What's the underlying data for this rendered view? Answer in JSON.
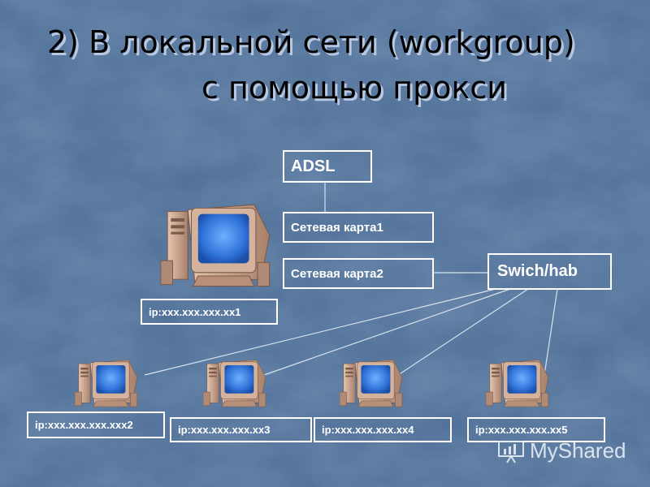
{
  "title": {
    "line1": "2)  В локальной сети (workgroup)",
    "line2": "с помощью прокси"
  },
  "boxes": {
    "adsl": "ADSL",
    "nic1": "Сетевая карта1",
    "nic2": "Сетевая карта2",
    "switch": "Swich/hab",
    "ip1": "ip:xxx.xxx.xxx.xx1",
    "ip2": "ip:xxx.xxx.xxx.xxx2",
    "ip3": "ip:xxx.xxx.xxx.xx3",
    "ip4": "ip:xxx.xxx.xxx.xx4",
    "ip5": "ip:xxx.xxx.xxx.xx5"
  },
  "watermark": {
    "text": "MyShared",
    "icon": "presentation-board-icon"
  },
  "colors": {
    "background": "#4a6a92",
    "box_border": "#ffffff",
    "screen": "#3a7bd5",
    "monitor_body": "#c8a088"
  }
}
